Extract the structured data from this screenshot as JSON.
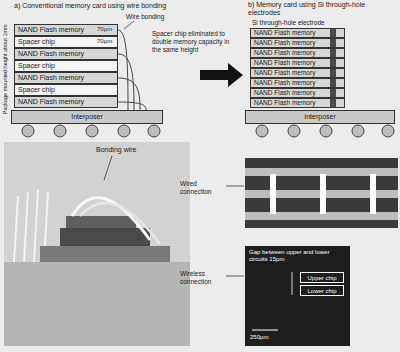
{
  "diagram": {
    "nodes": [
      {
        "text": [
          "NAND Flash memory"
        ]
      },
      {
        "text": [
          "Spacer chip"
        ]
      },
      {
        "text": [
          "NAND Flash memory"
        ]
      },
      {
        "text": [
          "Spacer chip"
        ]
      },
      {
        "text": [
          "NAND Flash memory"
        ]
      },
      {
        "text": [
          "Spacer chip"
        ]
      },
      {
        "text": [
          "NAND Flash memory"
        ]
      },
      {
        "text": [
          "Interposer"
        ]
      },
      {
        "text": [
          "NAND Flash memory"
        ]
      },
      {
        "text": [
          "NAND Flash memory"
        ]
      },
      {
        "text": [
          "NAND Flash memory"
        ]
      },
      {
        "text": [
          "NAND Flash memory"
        ]
      },
      {
        "text": [
          "NAND Flash memory"
        ]
      },
      {
        "text": [
          "NAND Flash memory"
        ]
      },
      {
        "text": [
          "NAND Flash memory"
        ]
      },
      {
        "text": [
          "NAND Flash memory"
        ]
      },
      {
        "text": [
          "Interposer"
        ]
      },
      {
        "text": [
          "Upper chip"
        ]
      },
      {
        "text": [
          "Lower chip"
        ]
      }
    ],
    "edges": [
      {
        "from": 0,
        "to": 7,
        "arrow": "none"
      },
      {
        "from": 2,
        "to": 7,
        "arrow": "none"
      },
      {
        "from": 4,
        "to": 7,
        "arrow": "none"
      },
      {
        "from": 6,
        "to": 7,
        "arrow": "none"
      }
    ],
    "labels": [
      "a) Conventional memory card using wire bonding",
      "70µm",
      "70µm",
      "Wire bonding",
      "Spacer chip eliminated to double memory capacity in the same height",
      "Package mounted height about 1mm",
      "b) Memory card using Si through-hole electrodes",
      "Si through-hole electrode",
      "Bonding wire",
      "Wired connection",
      "Wireless connection",
      "Gap between upper and lower circuits 15µm",
      "250µm"
    ]
  }
}
